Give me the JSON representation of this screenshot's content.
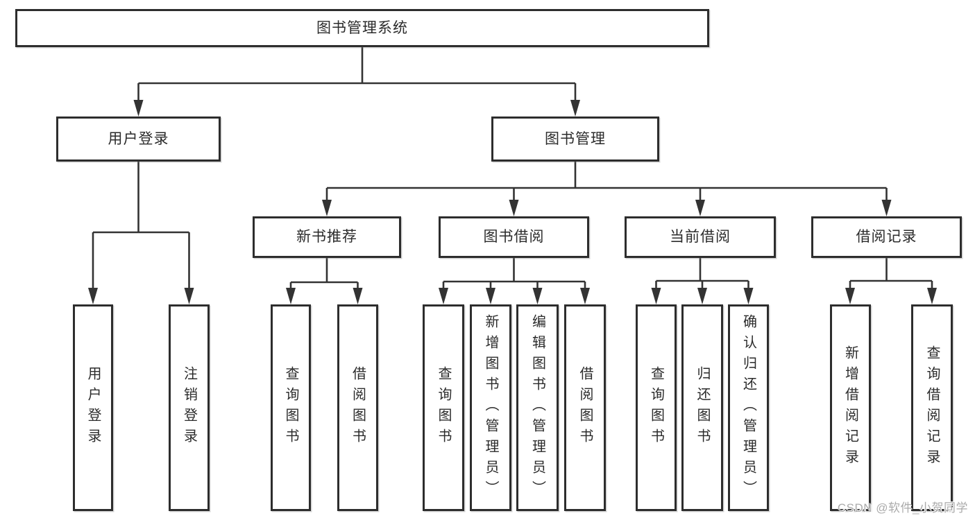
{
  "page": {
    "background": "#ffffff",
    "line_color": "#333333",
    "border_color": "#2d2d2d",
    "text_color": "#2b2b2b",
    "watermark_color": "#ababab"
  },
  "diagram": {
    "root": {
      "label": "图书管理系统"
    },
    "level2": [
      {
        "label": "用户登录"
      },
      {
        "label": "图书管理"
      }
    ],
    "level3": [
      {
        "label": "新书推荐"
      },
      {
        "label": "图书借阅"
      },
      {
        "label": "当前借阅"
      },
      {
        "label": "借阅记录"
      }
    ],
    "leaves": {
      "login": [
        "用户登录",
        "注销登录"
      ],
      "new_books": [
        "查询图书",
        "借阅图书"
      ],
      "book_borrow": [
        "查询图书",
        "新增图书（管理员）",
        "编辑图书（管理员）",
        "借阅图书"
      ],
      "current": [
        "查询图书",
        "归还图书",
        "确认归还（管理员）"
      ],
      "records": [
        "新增借阅记录",
        "查询借阅记录"
      ]
    }
  },
  "watermark": {
    "text": "CSDN @软件_小贺同学"
  }
}
